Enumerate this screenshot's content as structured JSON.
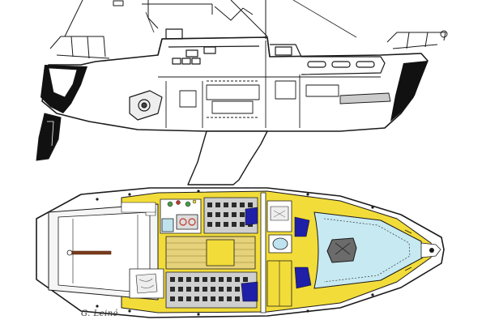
{
  "drawing": {
    "views": [
      "profile-section",
      "accommodation-plan"
    ],
    "signature": "G. Leiné"
  },
  "colors": {
    "hull_line": "#1a1a1a",
    "paint_black": "#111111",
    "berth_yellow": "#f2dc3a",
    "cabin_floor": "#e6d27a",
    "deck_grey": "#c9c9c9",
    "cushion_grey": "#6b6b6b",
    "cushion_dark": "#2b2b2b",
    "locker_blue": "#1f1fa8",
    "forepeak_blue": "#c7e9f1",
    "galley_green": "#4a9a4a",
    "stove_red": "#c0392b",
    "tiller_brown": "#7a3b1a"
  }
}
